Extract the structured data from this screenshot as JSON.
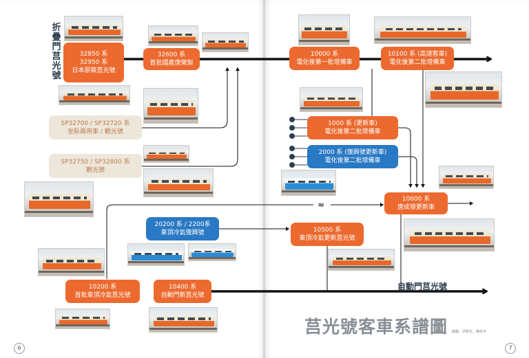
{
  "labels": {
    "folding_door": "折疊門莒光號",
    "automatic_door": "自動門莒光號",
    "squiggle": "≈"
  },
  "nodes": {
    "n32850": {
      "line1": "32850 系",
      "line2": "32950 系",
      "line3": "日本原裝莒光號"
    },
    "n32600": {
      "line1": "32600 系",
      "line2": "首批國產唐榮製"
    },
    "n10000": {
      "line1": "10000 系",
      "line2": "電化後第一批增備車"
    },
    "n10100": {
      "line1": "10100 系 (高速客車)",
      "line2": "電化後第二批增備車"
    },
    "nsp32700": {
      "line1": "SP32700 / SP32720 系",
      "line2": "坐臥兩用車 / 觀光號"
    },
    "nsp32750": {
      "line1": "SP32750 / SP32800 系",
      "line2": "觀光號"
    },
    "n1000": {
      "line1": "1000 系 (更新車)",
      "line2": "電化後第二批增備車"
    },
    "n2000": {
      "line1": "2000 系 (復興號更新車)",
      "line2": "電化後第二批增備車"
    },
    "n10600": {
      "line1": "10600 系",
      "line2": "唐成發更新車"
    },
    "n20200": {
      "line1": "20200 系 / 2200系",
      "line2": "車頂冷氣復興號"
    },
    "n10500": {
      "line1": "10500 系",
      "line2": "車頂冷氣更新莒光號"
    },
    "n10200": {
      "line1": "10200 系",
      "line2": "首批車頂冷氣莒光號"
    },
    "n10400": {
      "line1": "10400 系",
      "line2": "自動門新莒光號"
    }
  },
  "title": "莒光號客車系譜圖",
  "credit": "繪圖：洪致文、陳先宇",
  "page_numbers": {
    "left": "6",
    "right": "7"
  },
  "colors": {
    "orange": "#ec6a2f",
    "blue": "#2a79c4",
    "beige": "#ece7da",
    "navy": "#2c3e50",
    "line": "#111111"
  }
}
